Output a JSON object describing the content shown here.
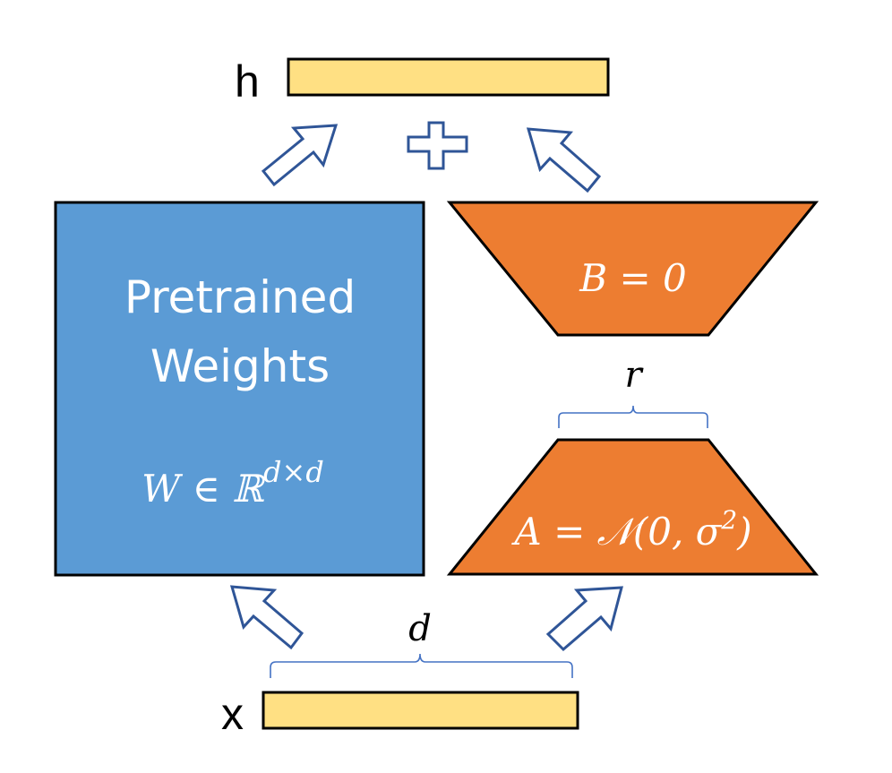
{
  "colors": {
    "pretrained_fill": "#5B9BD5",
    "adapter_fill": "#ED7D31",
    "vector_fill": "#FFE083",
    "arrow_stroke": "#2F5597",
    "brace_stroke": "#4472C4",
    "outline": "#000000"
  },
  "output_vector": {
    "label": "h"
  },
  "input_vector": {
    "label": "x"
  },
  "pretrained_block": {
    "line1": "Pretrained",
    "line2": "Weights",
    "formula": "W ∈ ℝ",
    "formula_superscript": "d×d"
  },
  "matrix_b": {
    "formula": "B = 0"
  },
  "matrix_a": {
    "formula": "A = 𝒩(0, σ",
    "formula_superscript": "2",
    "formula_tail": ")"
  },
  "rank_label": "r",
  "dim_label": "d",
  "combine_symbol": "plus-icon"
}
